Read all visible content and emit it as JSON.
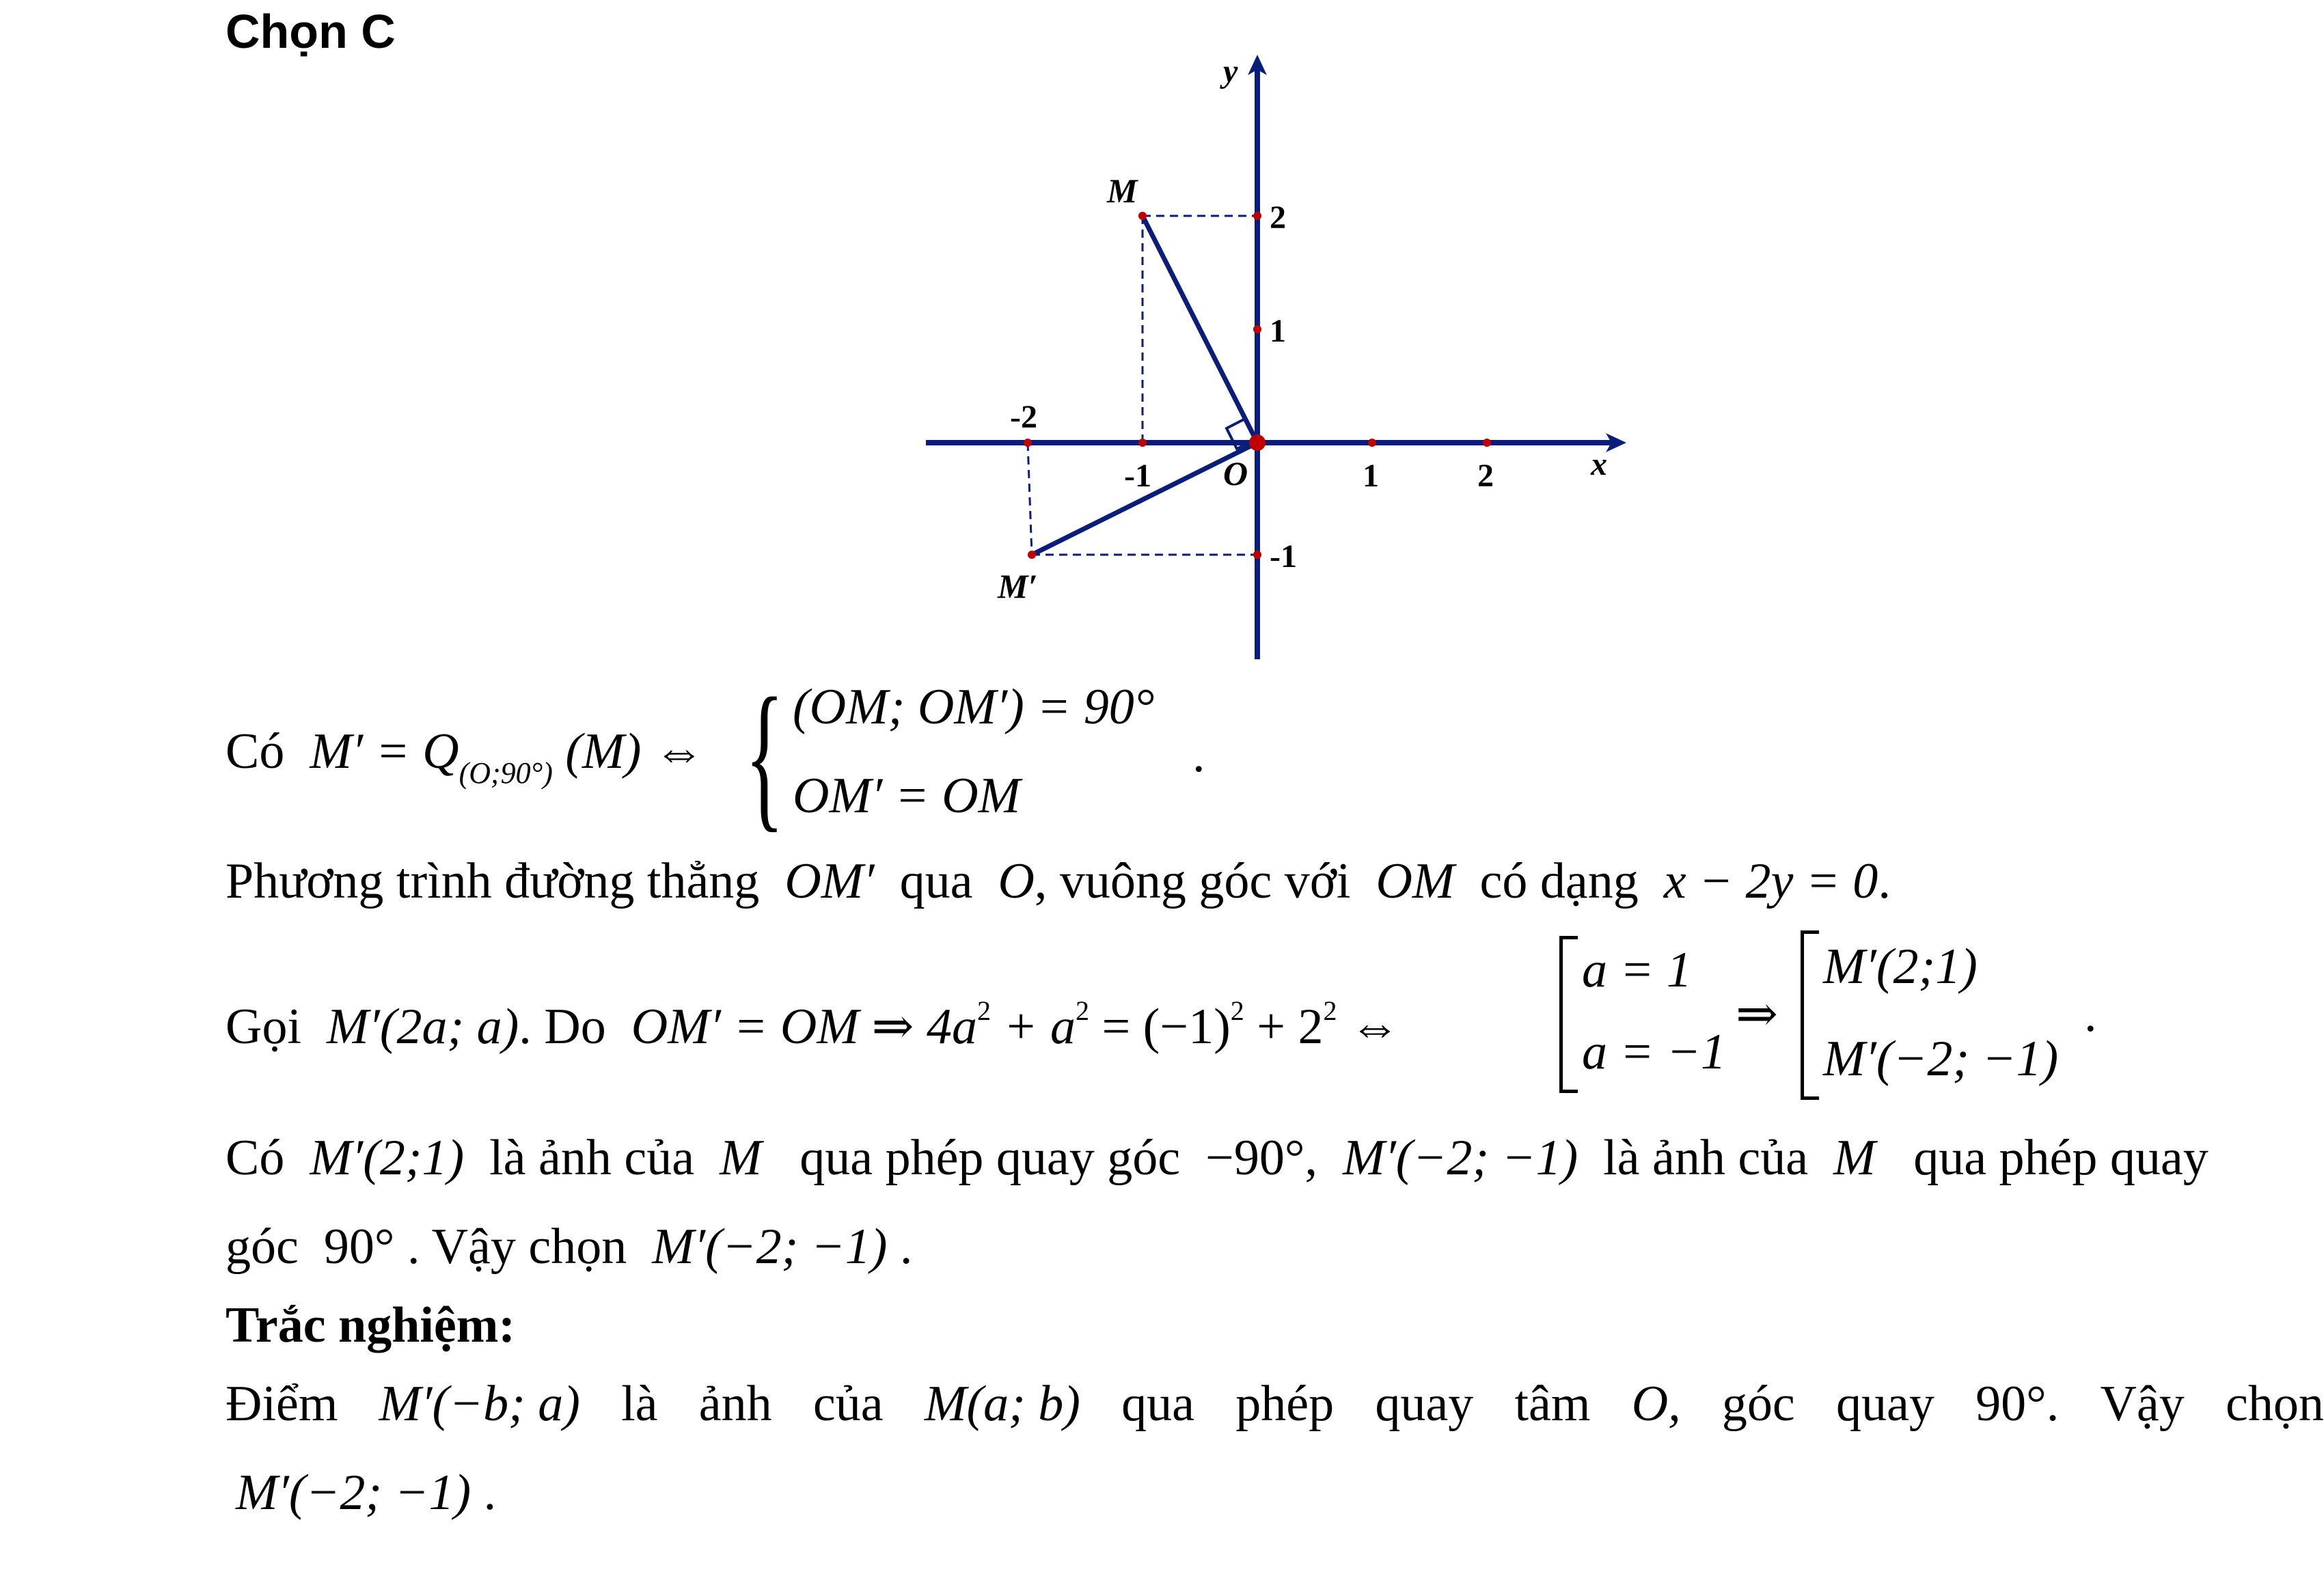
{
  "heading": "Chọn C",
  "graph": {
    "axis_x_label": "x",
    "axis_y_label": "y",
    "origin_label": "O",
    "x_ticks": [
      "-1",
      "1",
      "2"
    ],
    "x_tick_neg2": "-2",
    "y_ticks": [
      "-1",
      "1",
      "2"
    ],
    "point_M": "M",
    "point_Mp": "M′",
    "axis_color": "#0a1d7a",
    "segment_color": "#0a1d7a",
    "point_color": "#c00000"
  },
  "text": {
    "l1_co": "Có",
    "l1_eq": "M′ = Q",
    "l1_sub": "(O;90°)",
    "l1_arg": "(M) ⇔",
    "l1_sys1": "(OM; OM′) = 90°",
    "l1_sys2": "OM′ = OM",
    "l1_end": ".",
    "l2_a": "Phương trình đường thẳng",
    "l2_b": "OM′",
    "l2_c": "qua",
    "l2_d": "O",
    "l2_e": ", vuông góc với",
    "l2_f": "OM",
    "l2_g": "có dạng",
    "l2_h": "x − 2y = 0",
    "l2_i": ".",
    "l3_goi": "Gọi",
    "l3_pt": "M′(2a; a)",
    "l3_do": ". Do",
    "l3_eq1": "OM′ = OM ⇒ 4a",
    "l3_eq2": " + a",
    "l3_eq3": " = (−1)",
    "l3_eq4": " + 2",
    "l3_sq": "2",
    "l3_iff": "⇔",
    "l3_c1": "a = 1",
    "l3_c2": "a = −1",
    "l3_imp": "⇒",
    "l3_d1": "M′(2;1)",
    "l3_d2": "M′(−2; −1)",
    "l3_end": ".",
    "l4_a": "Có",
    "l4_b": "M′(2;1)",
    "l4_c": "là ảnh của",
    "l4_d": "M",
    "l4_e": "qua phép quay góc",
    "l4_f": "−90°",
    "l4_g": ",",
    "l4_h": "M′(−2; −1)",
    "l4_i": "là ảnh của",
    "l4_j": "M",
    "l4_k": "qua phép quay",
    "l5_a": "góc",
    "l5_b": "90°",
    "l5_c": ". Vậy chọn",
    "l5_d": "M′(−2; −1)",
    "l5_e": ".",
    "l6": "Trắc nghiệm:",
    "l7_a": "Điểm",
    "l7_b": "M′(−b; a)",
    "l7_c": "là",
    "l7_d": "ảnh",
    "l7_e": "của",
    "l7_f": "M(a; b)",
    "l7_g": "qua",
    "l7_h": "phép",
    "l7_i": "quay",
    "l7_j": "tâm",
    "l7_k": "O,",
    "l7_l": "góc",
    "l7_m": "quay",
    "l7_n": "90°.",
    "l7_o": "Vậy",
    "l7_p": "chọn",
    "l8_a": "M′(−2; −1)",
    "l8_b": "."
  }
}
